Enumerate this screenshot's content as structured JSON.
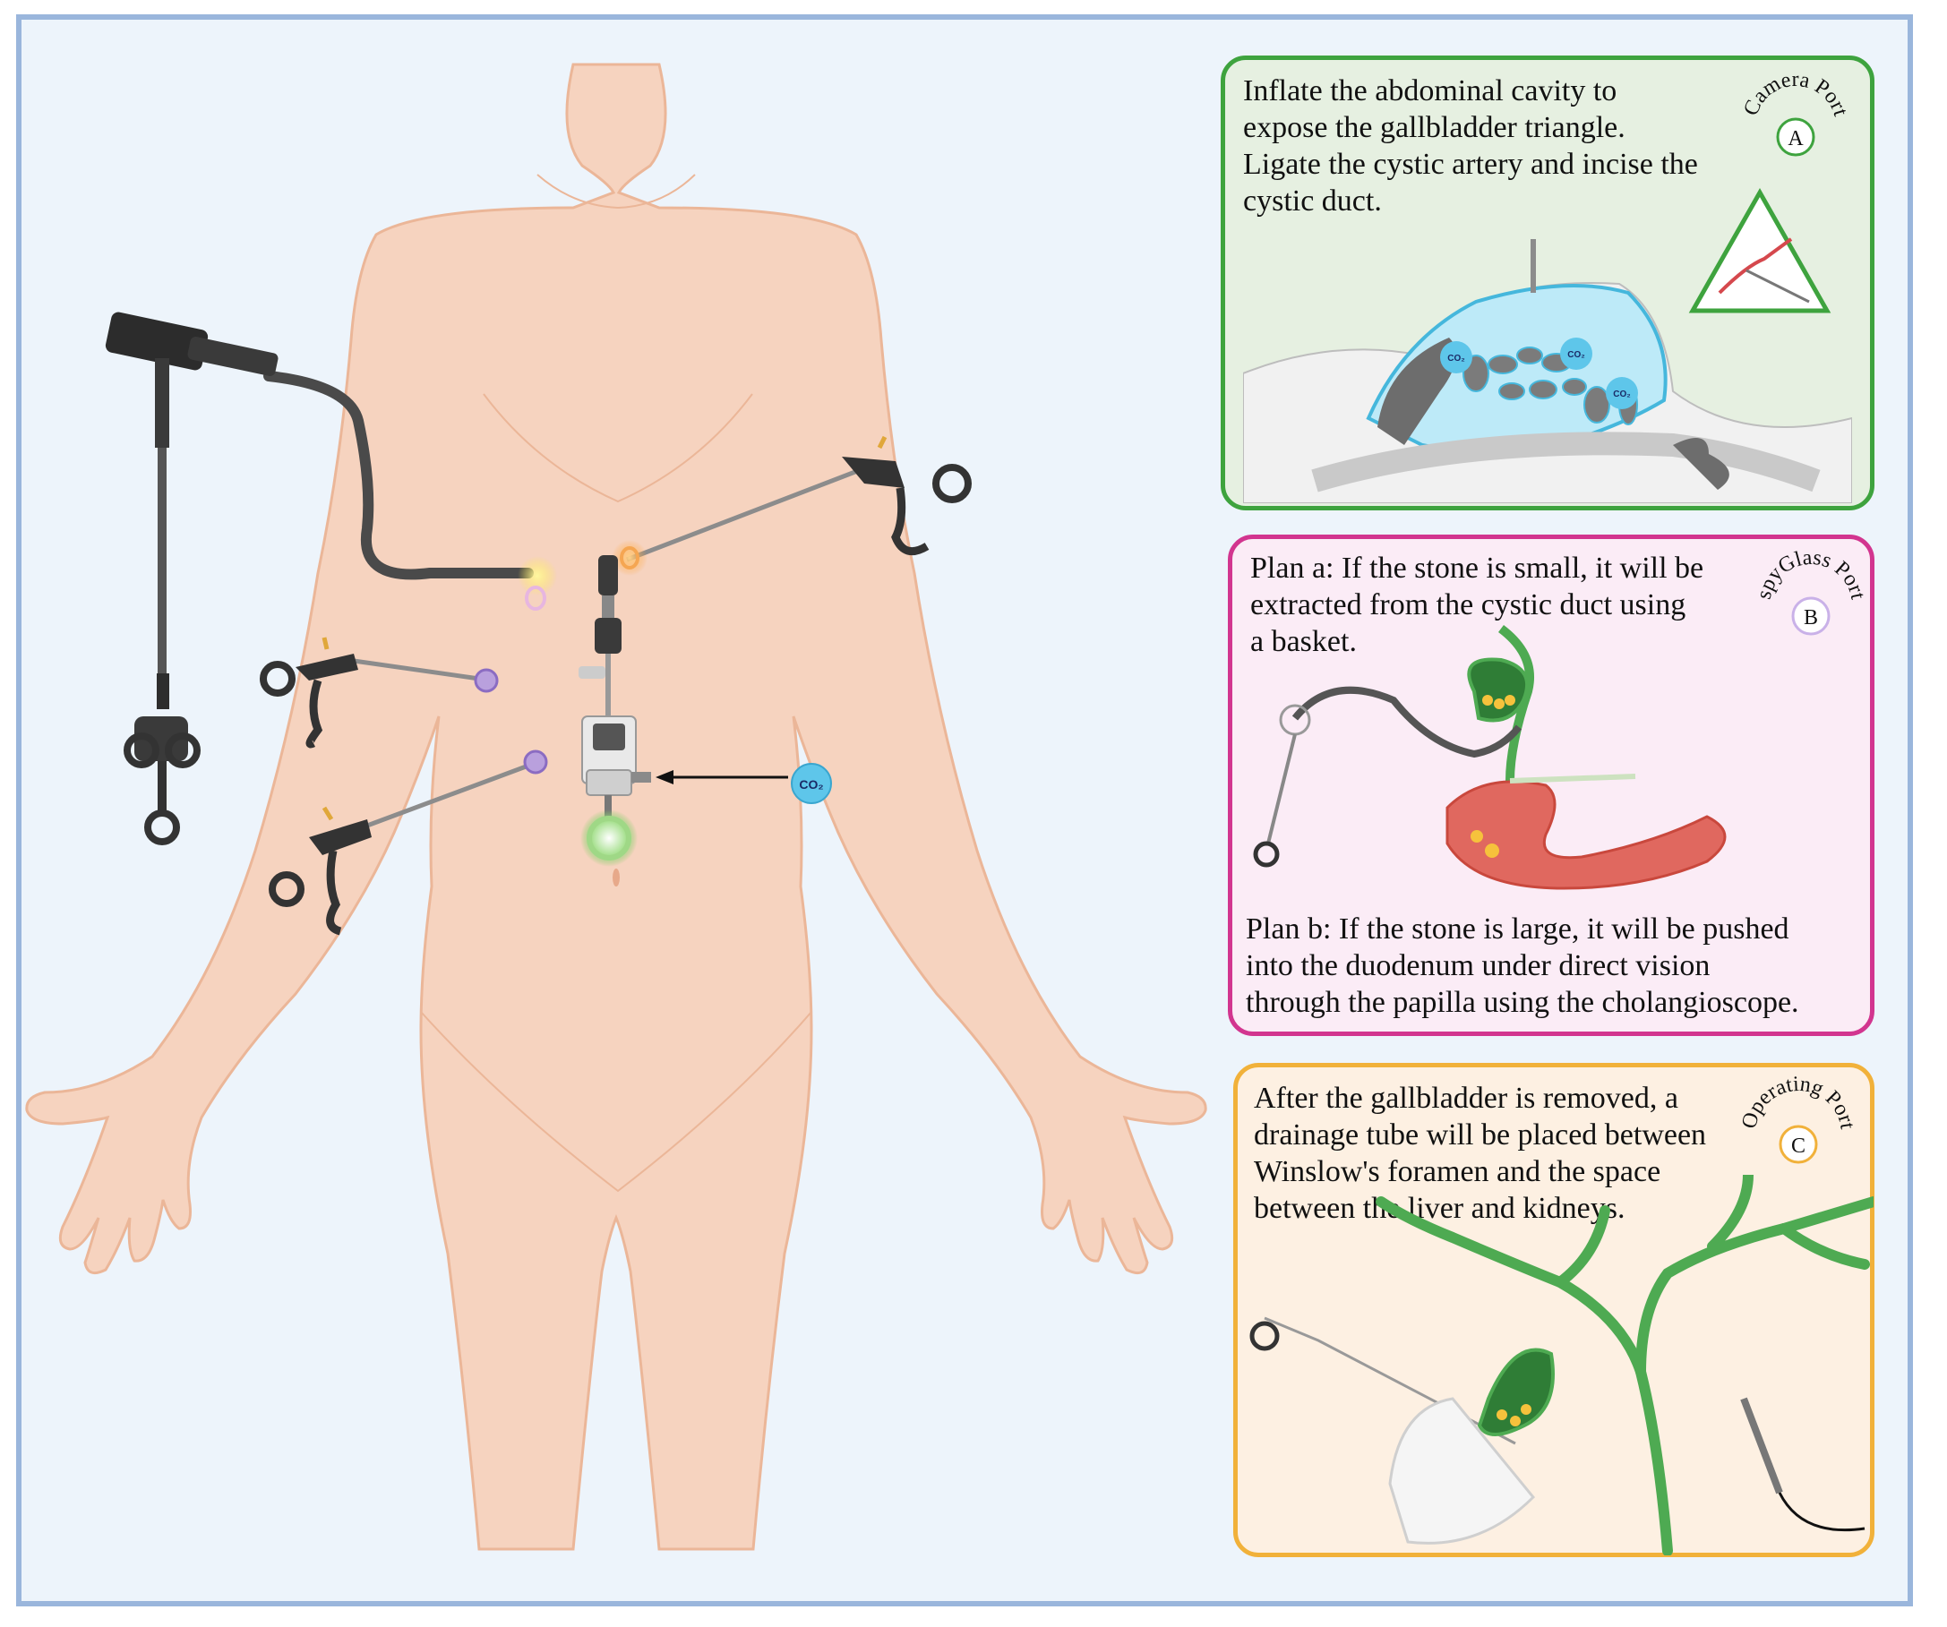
{
  "panels": {
    "a": {
      "port_label": "Camera Port",
      "port_letter": "A",
      "text": "Inflate the abdominal cavity to\nexpose the gallbladder triangle.\nLigate the cystic artery and incise the\ncystic duct.",
      "co2_labels": [
        "CO₂",
        "CO₂",
        "CO₂"
      ],
      "color": "#3ea33e"
    },
    "b": {
      "port_label": "spyGlass Port",
      "port_letter": "B",
      "plan_a": "Plan a: If the stone is small, it will be\nextracted from the cystic duct using\na basket.",
      "plan_b": "Plan b: If the stone is large, it will be pushed\ninto the duodenum under direct vision\nthrough the papilla using the cholangioscope.",
      "color": "#d2358f"
    },
    "c": {
      "port_label": "Operating Port",
      "port_letter": "C",
      "text": "After the gallbladder is removed, a\ndrainage tube will be placed between\nWinslow's foramen and the space\nbetween the liver and kidneys.",
      "color": "#f1b13a"
    }
  },
  "body": {
    "co2_label": "CO₂"
  },
  "colors": {
    "skin": "#f6d3bf",
    "skin_outline": "#ebb698",
    "frame": "#9ab6dc",
    "background": "#edf4fb"
  }
}
